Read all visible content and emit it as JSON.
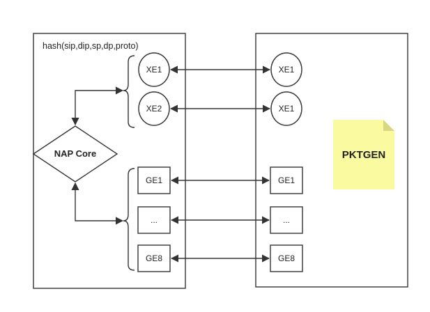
{
  "left_panel": {
    "hash_label": "hash(sip,dip,sp,dp,proto)",
    "core_label": "NAP Core",
    "xe_ports": [
      "XE1",
      "XE2"
    ],
    "ge_ports": [
      "GE1",
      "...",
      "GE8"
    ]
  },
  "right_panel": {
    "xe_ports": [
      "XE1",
      "XE1"
    ],
    "ge_ports": [
      "GE1",
      "...",
      "GE8"
    ],
    "note_label": "PKTGEN",
    "note_color": "#fafaa0"
  },
  "colors": {
    "stroke": "#333333",
    "background": "#ffffff"
  }
}
